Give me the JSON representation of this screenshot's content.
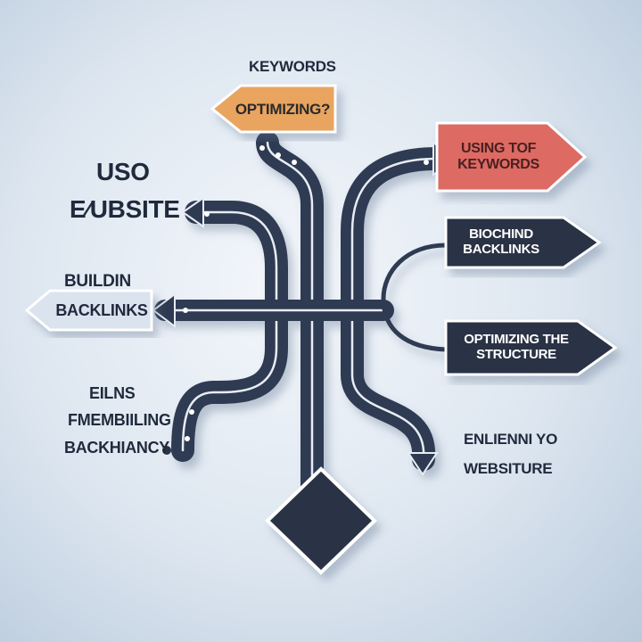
{
  "labels": {
    "keywords": "KEYWORDS",
    "optimizing_q": "OPTIMIZING?",
    "using_tof": [
      "USING TOF",
      "KEYWORDS"
    ],
    "uso": "USO",
    "ewebsite": "E⁄UBSITE",
    "biochind": [
      "BIOCHIND",
      "BACKLINKS"
    ],
    "buildin": "BUILDIN",
    "backlinks_left": "BACKLINKS",
    "optimizing_structure": [
      "OPTIMIZING THE",
      "STRUCTURE"
    ],
    "eilns": "EILNS",
    "fmembiling": "FMEMBIILING",
    "backhiancy": "BACKHIANCY",
    "enlienni": [
      "ENLIENNI YO",
      "WEBSITURE"
    ]
  },
  "colors": {
    "road": "#2e3a52",
    "road_stripe": "#e8edf4",
    "orange": "#e9a45e",
    "red": "#dd6a63",
    "dark_tag": "#2a3245",
    "light_tag": "#dbe3ef",
    "text_dark": "#1f2a3c",
    "text_light": "#ffffff"
  },
  "icons": [
    "diamond-icon"
  ]
}
